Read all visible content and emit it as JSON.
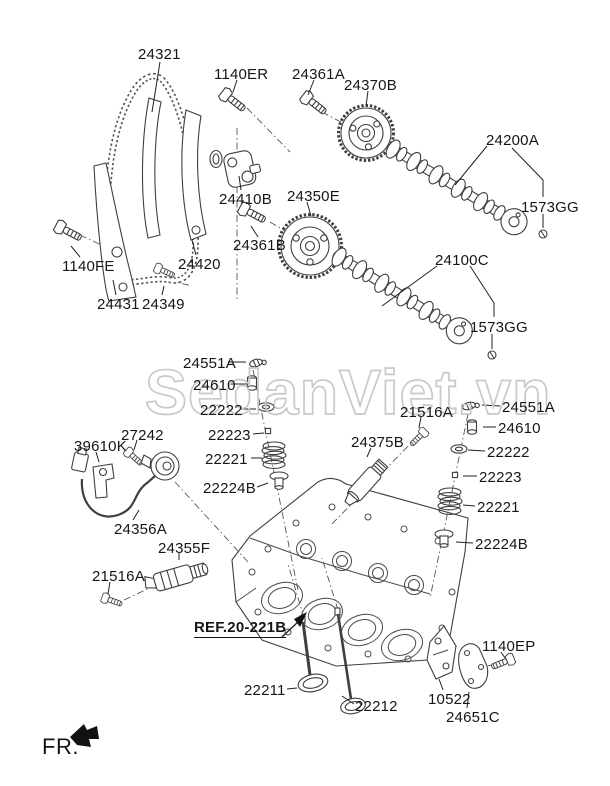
{
  "watermark": "SedanViet.vn",
  "fr_indicator": "FR.",
  "ref_callout": "REF.20-221B",
  "parts": {
    "24321": "24321",
    "1140ER": "1140ER",
    "24361A": "24361A",
    "24370B": "24370B",
    "24200A": "24200A",
    "1573GG": "1573GG",
    "24410B": "24410B",
    "24350E": "24350E",
    "24361B": "24361B",
    "24420": "24420",
    "1140FE": "1140FE",
    "24431": "24431",
    "24349": "24349",
    "24100C": "24100C",
    "24551A": "24551A",
    "24610": "24610",
    "22222": "22222",
    "22223": "22223",
    "22221": "22221",
    "22224B": "22224B",
    "21516A": "21516A",
    "27242": "27242",
    "39610K": "39610K",
    "24375B": "24375B",
    "24356A": "24356A",
    "24355F": "24355F",
    "22211": "22211",
    "22212": "22212",
    "1140EP": "1140EP",
    "10522": "10522",
    "24651C": "24651C"
  }
}
